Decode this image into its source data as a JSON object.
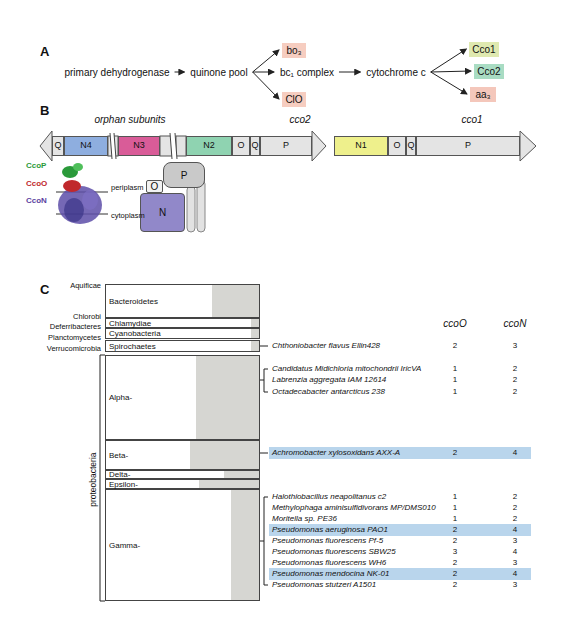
{
  "diagram": {
    "nodes": [
      {
        "text": [
          "primary dehydrogenase"
        ]
      },
      {
        "text": [
          "quinone pool"
        ]
      },
      {
        "text": [
          "bo₃"
        ]
      },
      {
        "text": [
          "bc₁ complex"
        ]
      },
      {
        "text": [
          "ClO"
        ]
      },
      {
        "text": [
          "cytochrome c"
        ]
      },
      {
        "text": [
          "Cco1"
        ]
      },
      {
        "text": [
          "Cco2"
        ]
      },
      {
        "text": [
          "aa₃"
        ]
      },
      {
        "text": [
          "Q"
        ]
      },
      {
        "text": [
          "N4"
        ]
      },
      {
        "text": [
          "N3"
        ]
      },
      {
        "text": [
          "N2"
        ]
      },
      {
        "text": [
          "O"
        ]
      },
      {
        "text": [
          "Q"
        ]
      },
      {
        "text": [
          "P"
        ]
      },
      {
        "text": [
          "N1"
        ]
      },
      {
        "text": [
          "O"
        ]
      },
      {
        "text": [
          "Q"
        ]
      },
      {
        "text": [
          "P"
        ]
      },
      {
        "text": [
          "P"
        ]
      },
      {
        "text": [
          "O"
        ]
      },
      {
        "text": [
          "N"
        ]
      },
      {
        "text": [
          "Bacteroidetes"
        ]
      },
      {
        "text": [
          "Chlamydiae"
        ]
      },
      {
        "text": [
          "Cyanobacteria"
        ]
      },
      {
        "text": [
          "Spirochaetes"
        ]
      },
      {
        "text": [
          "Alpha-"
        ]
      },
      {
        "text": [
          "Beta-"
        ]
      },
      {
        "text": [
          "Delta-"
        ]
      },
      {
        "text": [
          "Epsilon-"
        ]
      },
      {
        "text": [
          "Gamma-"
        ]
      }
    ],
    "edges": [
      {
        "from": 0,
        "to": 1,
        "arrow": "to"
      },
      {
        "from": 1,
        "to": 2,
        "arrow": "to"
      },
      {
        "from": 1,
        "to": 3,
        "arrow": "to"
      },
      {
        "from": 1,
        "to": 4,
        "arrow": "to"
      },
      {
        "from": 3,
        "to": 5,
        "arrow": "to"
      },
      {
        "from": 5,
        "to": 6,
        "arrow": "to"
      },
      {
        "from": 5,
        "to": 7,
        "arrow": "to"
      },
      {
        "from": 5,
        "to": 8,
        "arrow": "to"
      }
    ],
    "labels": [
      "A",
      "B",
      "orphan subunits",
      "cco2",
      "cco1",
      "CcoP",
      "CcoO",
      "CcoN",
      "periplasm",
      "cytoplasm",
      "C",
      "Aquificae",
      "Chlorobi",
      "Deferribacteres",
      "Planctomycetes",
      "Verrucomicrobia",
      "proteobacteria",
      "ccoO",
      "ccoN",
      "Chthoniobacter flavus Ellin428",
      "2",
      "3",
      "Candidatus Midichloria mitochondrii IricVA",
      "1",
      "2",
      "Labrenzia aggregata IAM 12614",
      "1",
      "2",
      "Octadecabacter antarcticus 238",
      "1",
      "2",
      "Achromobacter xylosoxidans AXX-A",
      "2",
      "4",
      "Halothiobacillus neapolitanus c2",
      "1",
      "2",
      "Methylophaga aminisulfidivorans MP/DMS010",
      "1",
      "2",
      "Moritella sp. PE36",
      "1",
      "2",
      "Pseudomonas aeruginosa PAO1",
      "2",
      "4",
      "Pseudomonas fluorescens Pf-5",
      "2",
      "3",
      "Pseudomonas fluorescens SBW25",
      "3",
      "4",
      "Pseudomonas fluorescens WH6",
      "2",
      "3",
      "Pseudomonas mendocina NK-01",
      "2",
      "4",
      "Pseudomonas stutzeri A1501",
      "2",
      "3"
    ]
  }
}
